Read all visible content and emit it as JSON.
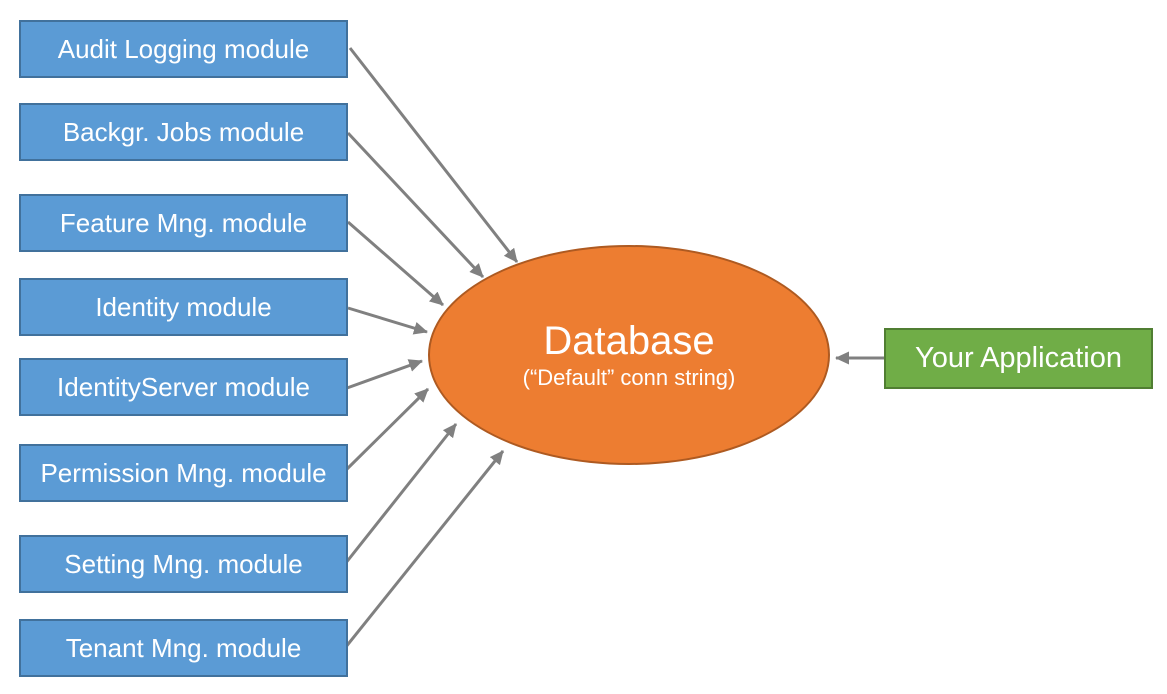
{
  "diagram": {
    "modules": [
      "Audit Logging module",
      "Backgr. Jobs module",
      "Feature Mng. module",
      "Identity module",
      "IdentityServer module",
      "Permission Mng. module",
      "Setting Mng. module",
      "Tenant Mng. module"
    ],
    "database": {
      "title": "Database",
      "subtitle": "(“Default” conn string)"
    },
    "application": {
      "label": "Your Application"
    },
    "colors": {
      "module_fill": "#5B9BD5",
      "module_border": "#41719C",
      "database_fill": "#ED7D31",
      "database_border": "#AE5A21",
      "application_fill": "#70AD47",
      "application_border": "#507E32",
      "arrow": "#808080",
      "text": "#FFFFFF",
      "background": "#FFFFFF"
    }
  }
}
